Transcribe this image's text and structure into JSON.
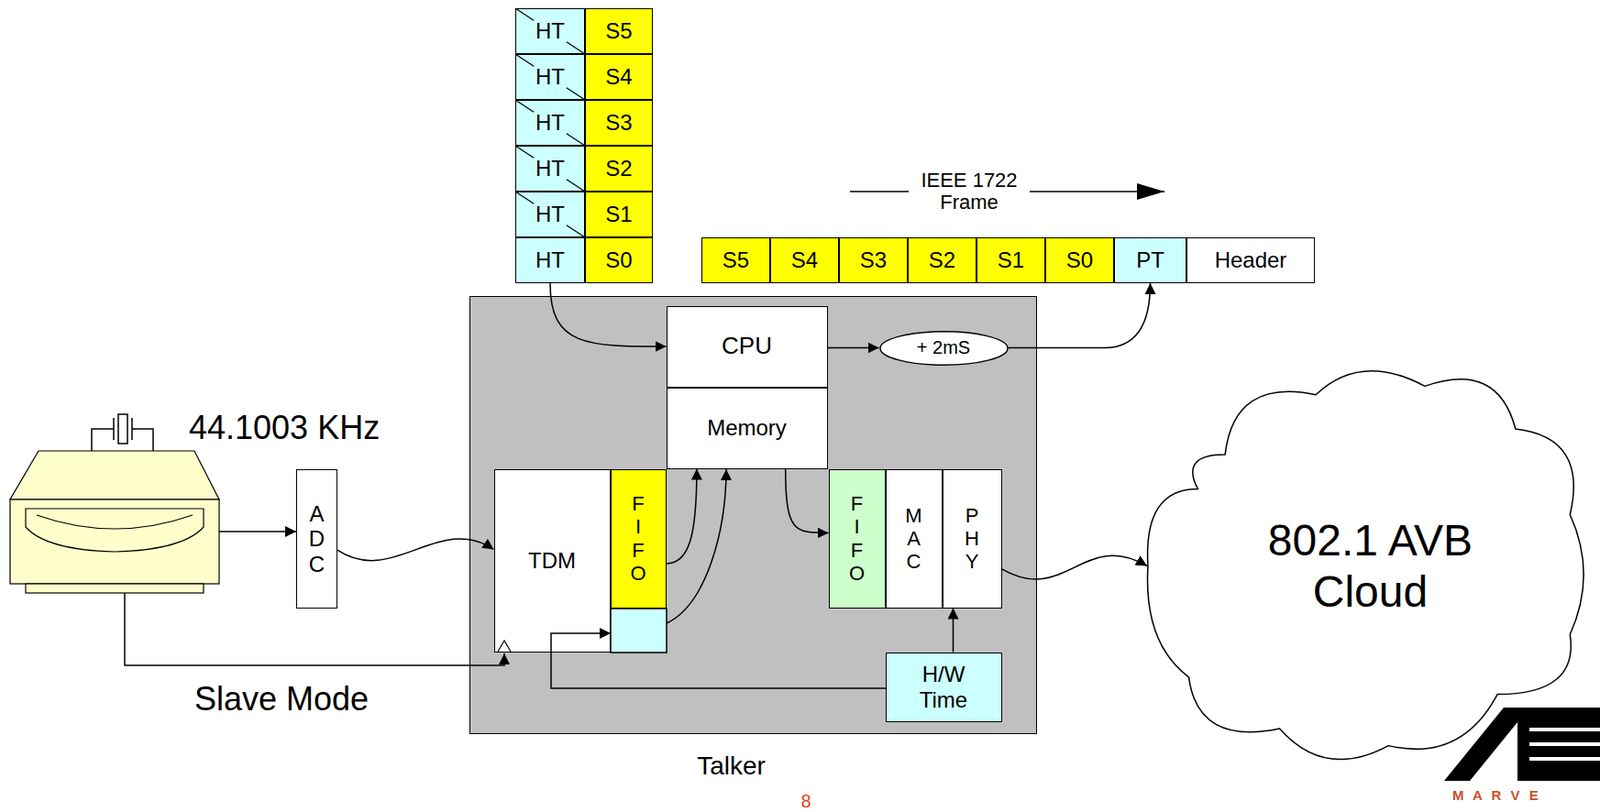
{
  "diagram": {
    "nodes": [
      {
        "text": [
          "HT"
        ]
      },
      {
        "text": [
          "S5"
        ]
      },
      {
        "text": [
          "HT"
        ]
      },
      {
        "text": [
          "S4"
        ]
      },
      {
        "text": [
          "HT"
        ]
      },
      {
        "text": [
          "S3"
        ]
      },
      {
        "text": [
          "HT"
        ]
      },
      {
        "text": [
          "S2"
        ]
      },
      {
        "text": [
          "HT"
        ]
      },
      {
        "text": [
          "S1"
        ]
      },
      {
        "text": [
          "HT"
        ]
      },
      {
        "text": [
          "S0"
        ]
      },
      {
        "text": [
          "S5"
        ]
      },
      {
        "text": [
          "S4"
        ]
      },
      {
        "text": [
          "S3"
        ]
      },
      {
        "text": [
          "S2"
        ]
      },
      {
        "text": [
          "S1"
        ]
      },
      {
        "text": [
          "S0"
        ]
      },
      {
        "text": [
          "PT"
        ]
      },
      {
        "text": [
          "Header"
        ]
      },
      {
        "text": [
          "Talker"
        ]
      },
      {
        "text": [
          "CPU"
        ],
        "in": 20
      },
      {
        "text": [
          "+ 2mS"
        ],
        "in": 20
      },
      {
        "text": [
          "Memory"
        ],
        "in": 20
      },
      {
        "text": [
          "TDM"
        ],
        "in": 20
      },
      {
        "text": [
          "FIFO"
        ],
        "in": 20
      },
      {
        "text": [
          "FIFO"
        ],
        "in": 20
      },
      {
        "text": [
          "MAC"
        ],
        "in": 20
      },
      {
        "text": [
          "PHY"
        ],
        "in": 20
      },
      {
        "text": [
          "H/W Time"
        ],
        "in": 20
      },
      {
        "text": [
          "ADC"
        ]
      },
      {
        "text": [
          "802.1 AVB Cloud"
        ]
      }
    ],
    "edges": [
      {
        "from": 10,
        "to": 21,
        "arrow": "to"
      },
      {
        "from": 21,
        "to": 22,
        "arrow": "to"
      },
      {
        "from": 22,
        "to": 18,
        "arrow": "to"
      },
      {
        "from": 30,
        "to": 24,
        "arrow": "to"
      },
      {
        "from": 25,
        "to": 23,
        "arrow": "to"
      },
      {
        "from": 23,
        "to": 26,
        "arrow": "to"
      },
      {
        "from": 28,
        "to": 31,
        "arrow": "to"
      },
      {
        "from": 29,
        "to": 28,
        "arrow": "to"
      }
    ],
    "labels": [
      "IEEE 1722 Frame",
      "44.1003 KHz",
      "Slave Mode",
      "8",
      "M A R V E"
    ]
  }
}
